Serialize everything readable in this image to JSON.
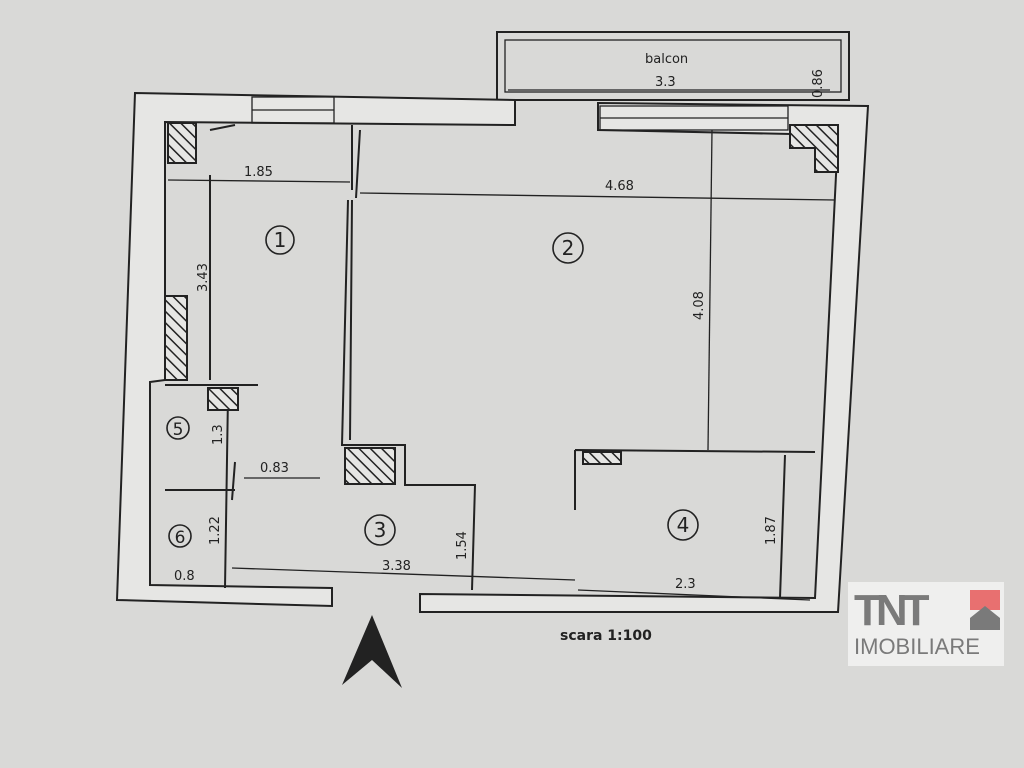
{
  "plan": {
    "balcony_label": "balcon",
    "balcony_width": "3.3",
    "balcony_depth": "0.86",
    "scale": "scara  1:100",
    "rooms": [
      {
        "id": "1",
        "width": "1.85",
        "length": "3.43"
      },
      {
        "id": "2",
        "width": "4.68",
        "length": "4.08"
      },
      {
        "id": "3",
        "width": "3.38",
        "length": "1.54",
        "extra": "0.83"
      },
      {
        "id": "4",
        "width": "2.3",
        "length": "1.87"
      },
      {
        "id": "5",
        "length": "1.3"
      },
      {
        "id": "6",
        "width": "0.8",
        "length": "1.22"
      }
    ]
  },
  "logo": {
    "brand": "TNT",
    "sub": "IMOBILIARE",
    "accent": "#e87070",
    "gray": "#7a7a7a"
  }
}
